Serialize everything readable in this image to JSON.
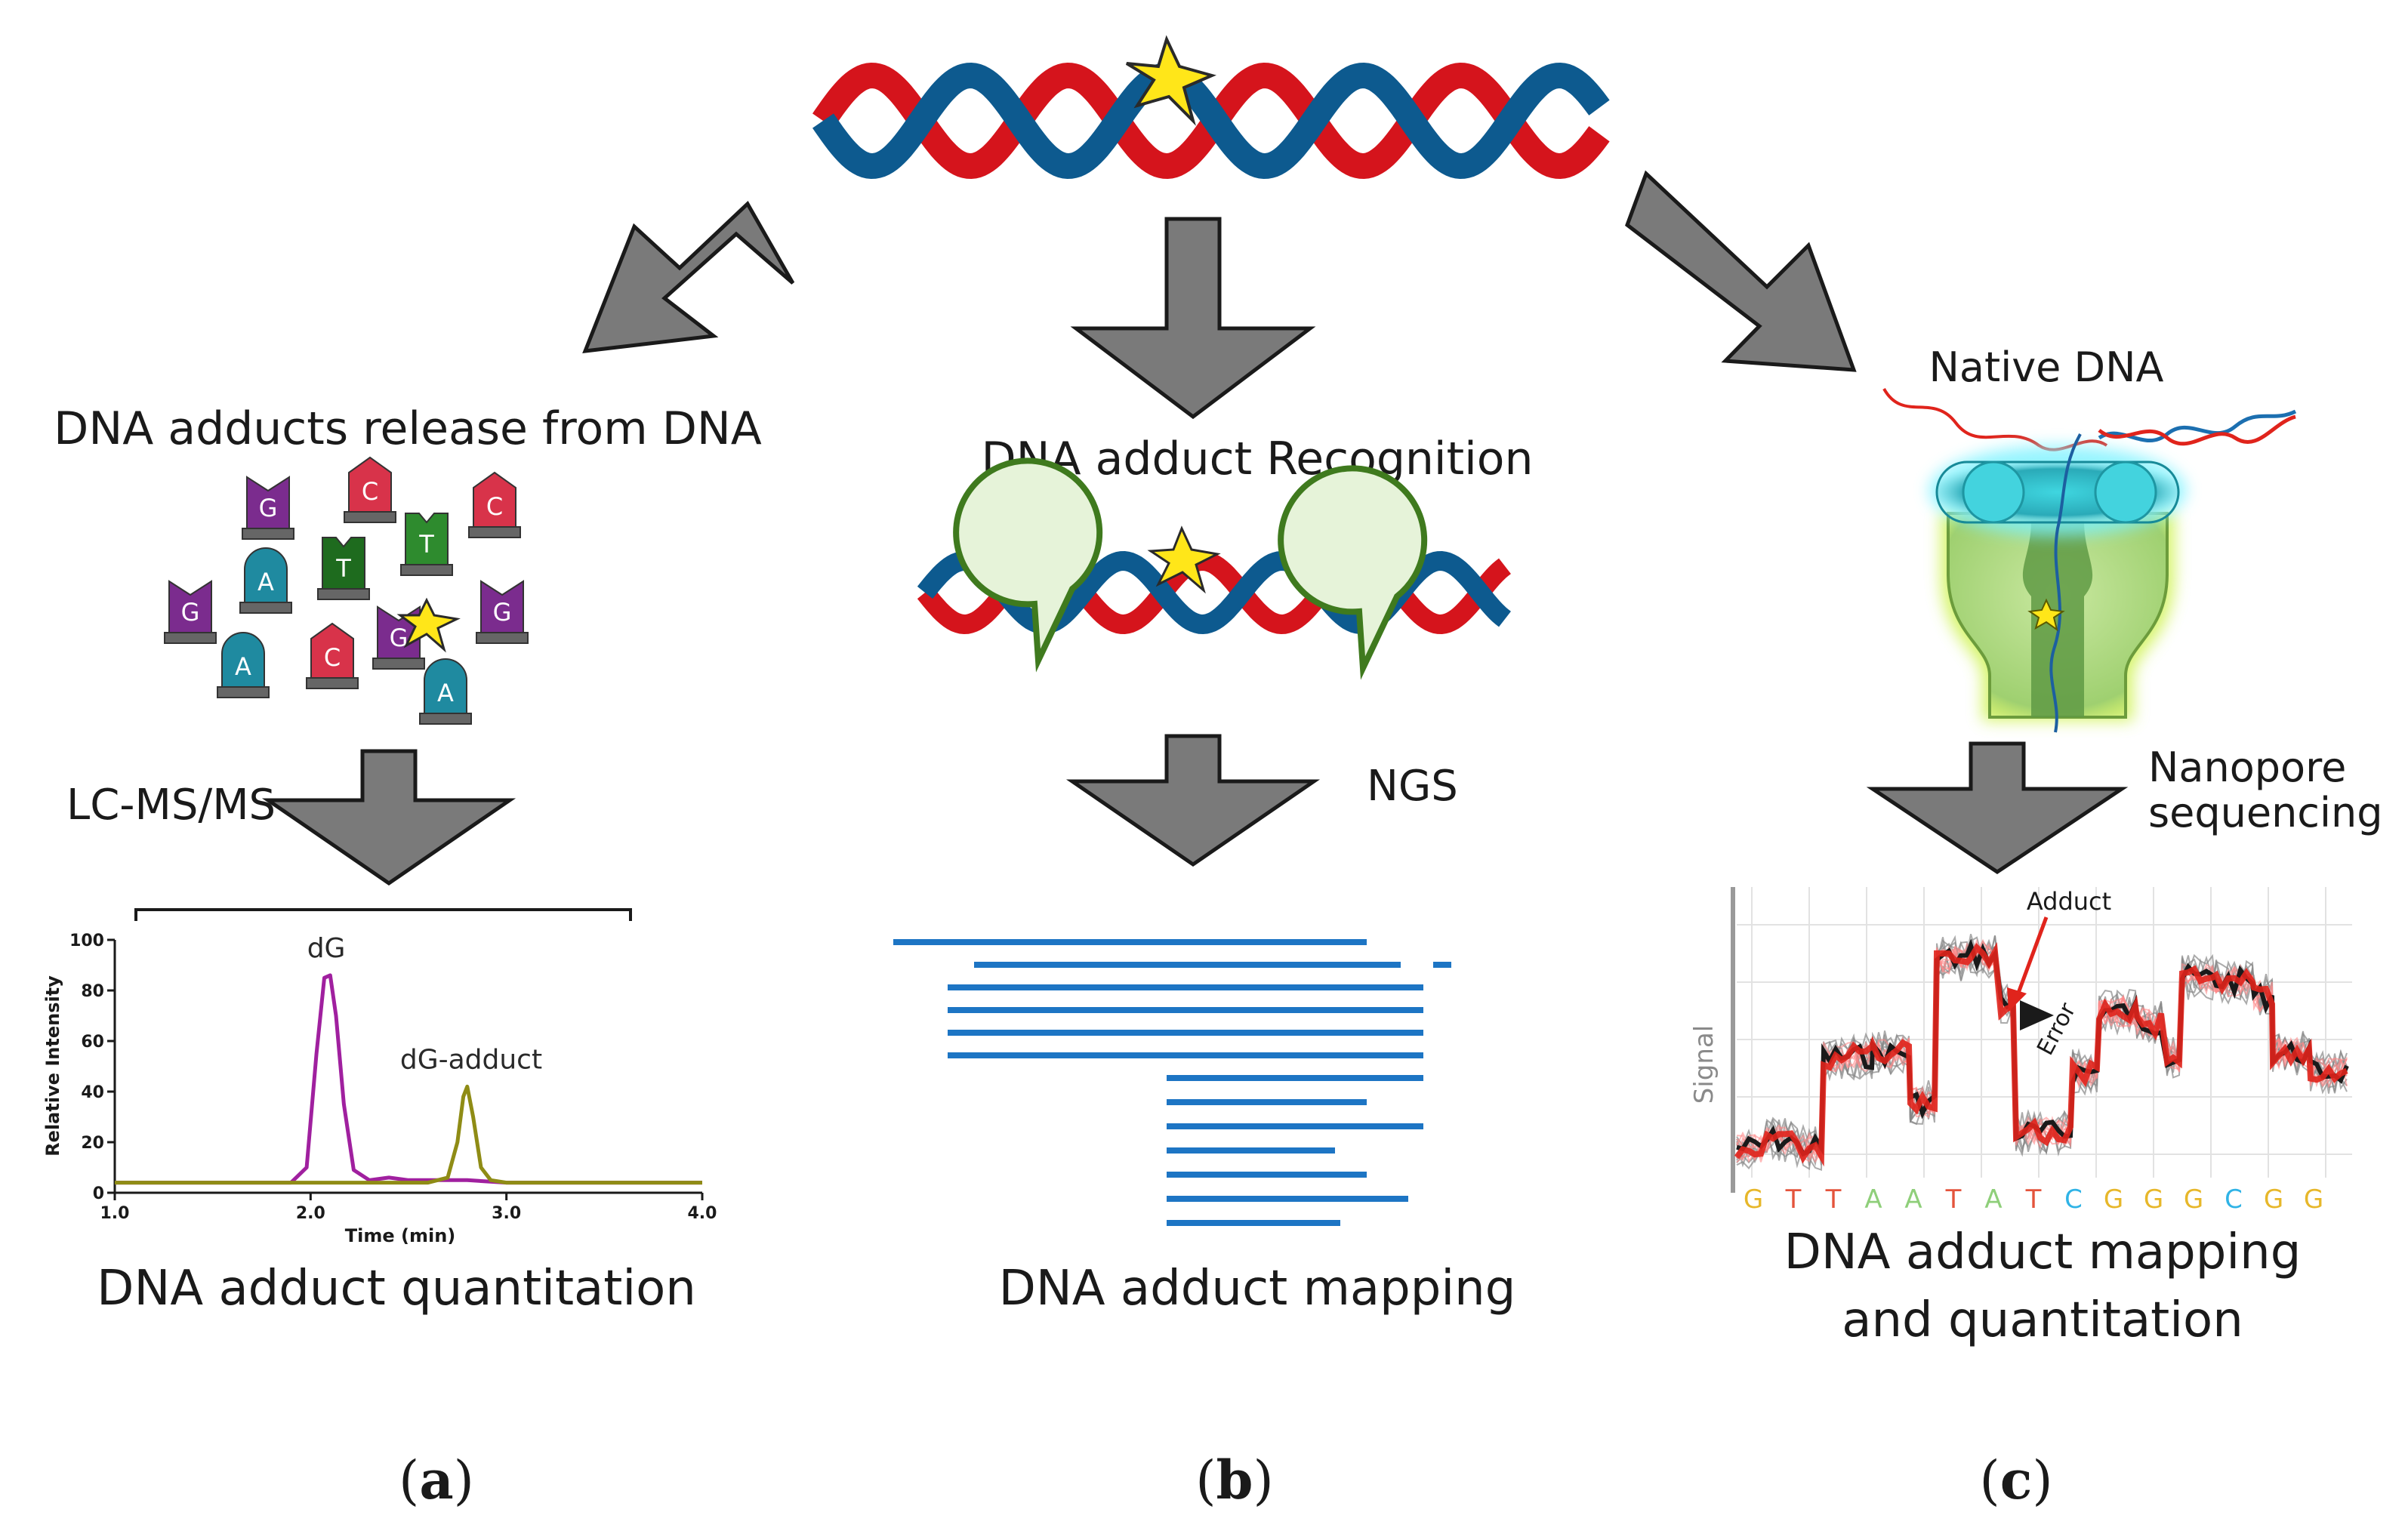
{
  "top_strand": {
    "colors": {
      "strand_a": "#0d5a8f",
      "strand_b": "#d5141c",
      "adduct": "#ffe619"
    }
  },
  "panel_a": {
    "heading": "DNA adducts release from DNA",
    "method": "LC-MS/MS",
    "caption": "DNA adduct quantitation",
    "label_open": "(",
    "label_letter": "a",
    "label_close": ")",
    "nucleosides": [
      {
        "letter": "G",
        "color": "#7b2c8e"
      },
      {
        "letter": "C",
        "color": "#d8334a"
      },
      {
        "letter": "T",
        "color": "#2e8b2e"
      },
      {
        "letter": "C",
        "color": "#d8334a"
      },
      {
        "letter": "A",
        "color": "#1f8aa0"
      },
      {
        "letter": "T",
        "color": "#1e6b1e"
      },
      {
        "letter": "G",
        "color": "#7b2c8e"
      },
      {
        "letter": "G",
        "color": "#7b2c8e"
      },
      {
        "letter": "A",
        "color": "#1f8aa0"
      },
      {
        "letter": "C",
        "color": "#d8334a"
      },
      {
        "letter": "G",
        "color": "#7b2c8e"
      },
      {
        "letter": "A",
        "color": "#1f8aa0"
      }
    ]
  },
  "panel_b": {
    "heading": "DNA adduct Recognition",
    "method": "NGS",
    "caption": "DNA adduct mapping",
    "label_open": "(",
    "label_letter": "b",
    "label_close": ")"
  },
  "panel_c": {
    "heading": "Native DNA",
    "method_line1": "Nanopore",
    "method_line2": "sequencing",
    "caption_line1": "DNA adduct mapping",
    "caption_line2": "and quantitation",
    "label_open": "(",
    "label_letter": "c",
    "label_close": ")",
    "signal_label": "Signal",
    "adduct_label": "Adduct",
    "error_label": "Error",
    "bases": [
      {
        "b": "G",
        "color": "#e7b72a"
      },
      {
        "b": "T",
        "color": "#e4543c"
      },
      {
        "b": "T",
        "color": "#e4543c"
      },
      {
        "b": "A",
        "color": "#8fcf7a"
      },
      {
        "b": "A",
        "color": "#8fcf7a"
      },
      {
        "b": "T",
        "color": "#e4543c"
      },
      {
        "b": "A",
        "color": "#8fcf7a"
      },
      {
        "b": "T",
        "color": "#e4543c"
      },
      {
        "b": "C",
        "color": "#2fb3e6"
      },
      {
        "b": "G",
        "color": "#e7b72a"
      },
      {
        "b": "G",
        "color": "#e7b72a"
      },
      {
        "b": "G",
        "color": "#e7b72a"
      },
      {
        "b": "C",
        "color": "#2fb3e6"
      },
      {
        "b": "G",
        "color": "#e7b72a"
      },
      {
        "b": "G",
        "color": "#e7b72a"
      }
    ]
  },
  "chart_data": {
    "type": "line",
    "xlabel": "Time (min)",
    "ylabel": "Relative Intensity",
    "xlim": [
      1.0,
      4.0
    ],
    "ylim": [
      0,
      100
    ],
    "xticks": [
      "1.0",
      "2.0",
      "3.0",
      "4.0"
    ],
    "yticks": [
      "0",
      "20",
      "40",
      "60",
      "80",
      "100"
    ],
    "grid": false,
    "series": [
      {
        "color": "#a0209f",
        "x": [
          1.0,
          1.9,
          1.98,
          2.03,
          2.07,
          2.1,
          2.13,
          2.17,
          2.22,
          2.3,
          2.4,
          2.5,
          2.6,
          2.8,
          3.0,
          4.0
        ],
        "y": [
          4,
          4,
          10,
          55,
          85,
          86,
          70,
          35,
          9,
          5,
          6,
          5,
          5,
          5,
          4,
          4
        ]
      },
      {
        "color": "#8f8c15",
        "x": [
          1.0,
          2.6,
          2.7,
          2.75,
          2.78,
          2.8,
          2.83,
          2.87,
          2.92,
          3.0,
          4.0
        ],
        "y": [
          4,
          4,
          6,
          20,
          38,
          42,
          30,
          10,
          5,
          4,
          4
        ]
      }
    ],
    "annotations": [
      {
        "text": "dG",
        "x": 2.08,
        "y": 86
      },
      {
        "text": "dG-adduct",
        "x": 2.82,
        "y": 42
      }
    ]
  }
}
